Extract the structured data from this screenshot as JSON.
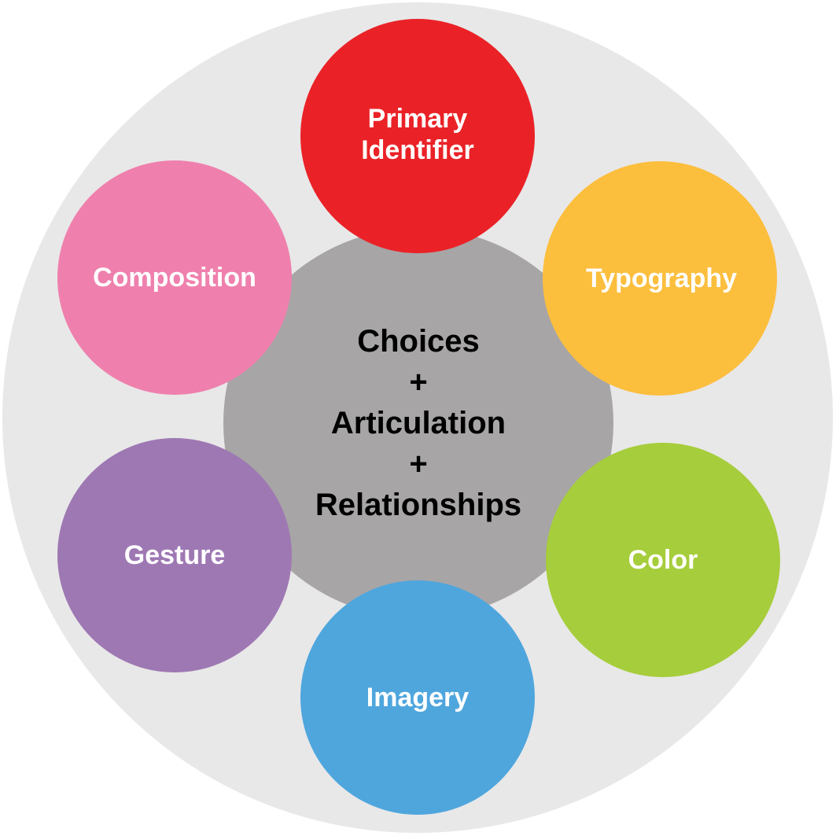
{
  "center": {
    "lines": [
      "Choices",
      "+",
      "Articulation",
      "+",
      "Relationships"
    ],
    "color": "#a7a5a6",
    "text_color": "#000000"
  },
  "background_color": "#e8e8e8",
  "nodes": [
    {
      "id": "primary-identifier",
      "lines": [
        "Primary",
        "Identifier"
      ],
      "color": "#ea2227"
    },
    {
      "id": "typography",
      "lines": [
        "Typography"
      ],
      "color": "#fcbe3d"
    },
    {
      "id": "color",
      "lines": [
        "Color"
      ],
      "color": "#a6cd3b"
    },
    {
      "id": "imagery",
      "lines": [
        "Imagery"
      ],
      "color": "#4fa6dd"
    },
    {
      "id": "gesture",
      "lines": [
        "Gesture"
      ],
      "color": "#9e78b3"
    },
    {
      "id": "composition",
      "lines": [
        "Composition"
      ],
      "color": "#ef80ad"
    }
  ]
}
